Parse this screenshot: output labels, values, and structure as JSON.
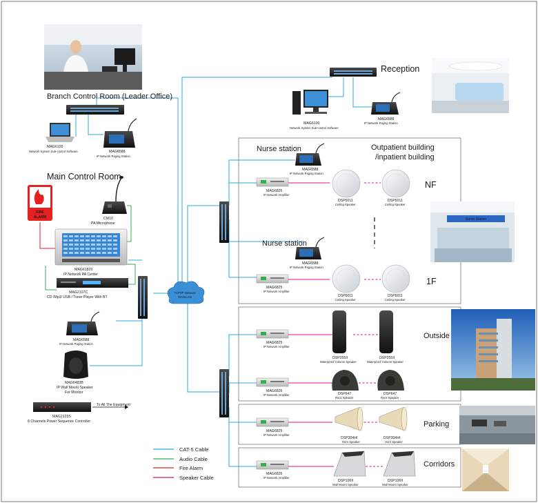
{
  "sections": {
    "branch": "Branch Control Room (Leader Office)",
    "main": "Main Control Room",
    "reception": "Reception",
    "building_line1": "Outpatient building",
    "building_line2": "/inpatient building",
    "nurse1": "Nurse station",
    "nurse2": "Nurse station",
    "nf": "NF",
    "f1": "1F",
    "outside": "Outside",
    "parking": "Parking",
    "corridors": "Corridors"
  },
  "devices": {
    "branch_pc": {
      "model": "MAG6100",
      "desc": "Network System Sub-control Software"
    },
    "branch_mic": {
      "model": "MAG6588",
      "desc": "IP Network Paging Station"
    },
    "reception_pc": {
      "model": "MAG6100",
      "desc": "Network System Sub-control Software"
    },
    "reception_mic": {
      "model": "MAG6588",
      "desc": "IP Network Paging Station"
    },
    "cm10": {
      "model": "CM10",
      "desc": "PA Microphone"
    },
    "fire_alarm": {
      "line1": "FIRE",
      "line2": "ALARM"
    },
    "pa_center": {
      "model": "MAG6182II",
      "desc": "IP Network PA Center"
    },
    "player": {
      "model": "MAG2107C",
      "desc": "CD /Mp3/ USB / Tuner Player  With BT"
    },
    "main_mic": {
      "model": "MAG6588",
      "desc": "IP Network Paging Station"
    },
    "wall_speaker": {
      "model": "MAG6483B",
      "desc": "IP  Wall Mount Speaker",
      "desc2": "For Monitor"
    },
    "sequencer": {
      "model": "MAG2123S",
      "desc": "8 Channels Power Sequence Controller",
      "note": "To All The Equipment"
    },
    "cloud": {
      "line1": "TCP/IP Network",
      "line2": "WAN/LAN"
    },
    "nf_amp": {
      "model": "MAG6825",
      "desc": "IP Network Amplifier"
    },
    "nf_mic": {
      "model": "MAG6588",
      "desc": "IP Network Paging Station"
    },
    "nf_spk1": {
      "model": "DSP6011",
      "desc": "Ceiling Speaker"
    },
    "nf_spk2": {
      "model": "DSP6011",
      "desc": "Ceiling Speaker"
    },
    "f1_amp": {
      "model": "MAG6825",
      "desc": "IP Network Amplifier"
    },
    "f1_mic": {
      "model": "MAG6588",
      "desc": "IP Network Paging Station"
    },
    "f1_spk1": {
      "model": "DSP6011",
      "desc": "Ceiling Speaker"
    },
    "f1_spk2": {
      "model": "DSP6011",
      "desc": "Ceiling Speaker"
    },
    "out_amp": {
      "model": "MAG6825",
      "desc": "IP Network Amplifier"
    },
    "out_col1": {
      "model": "DSP255II",
      "desc": "Waterproof Column Speaker"
    },
    "out_col2": {
      "model": "DSP255II",
      "desc": "Waterproof Column Speaker"
    },
    "rock_amp": {
      "model": "MAG6825",
      "desc": "IP Network Amplifier"
    },
    "rock1": {
      "model": "DSP647",
      "desc": "Rock Speaker"
    },
    "rock2": {
      "model": "DSP647",
      "desc": "Rock Speaker"
    },
    "park_amp": {
      "model": "MAG6825",
      "desc": "IP Network Amplifier"
    },
    "horn1": {
      "model": "DSP304HI",
      "desc": "Horn Speaker"
    },
    "horn2": {
      "model": "DSP304HI",
      "desc": "Horn Speaker"
    },
    "cor_amp": {
      "model": "MAG6825",
      "desc": "IP Network Amplifier"
    },
    "wm1": {
      "model": "DSP106II",
      "desc": "Wall Mount Speaker"
    },
    "wm2": {
      "model": "DSP106II",
      "desc": "Wall Mount Speaker"
    }
  },
  "photo_text": {
    "nurse_sign": "Nurse Station"
  },
  "legend": [
    {
      "label": "CAT-5 Cable",
      "color": "#29a9e0"
    },
    {
      "label": "Audio Cable",
      "color": "#2db34a"
    },
    {
      "label": "Fire Alarm",
      "color": "#e62020"
    },
    {
      "label": "Speaker Cable",
      "color": "#d4148c"
    }
  ]
}
